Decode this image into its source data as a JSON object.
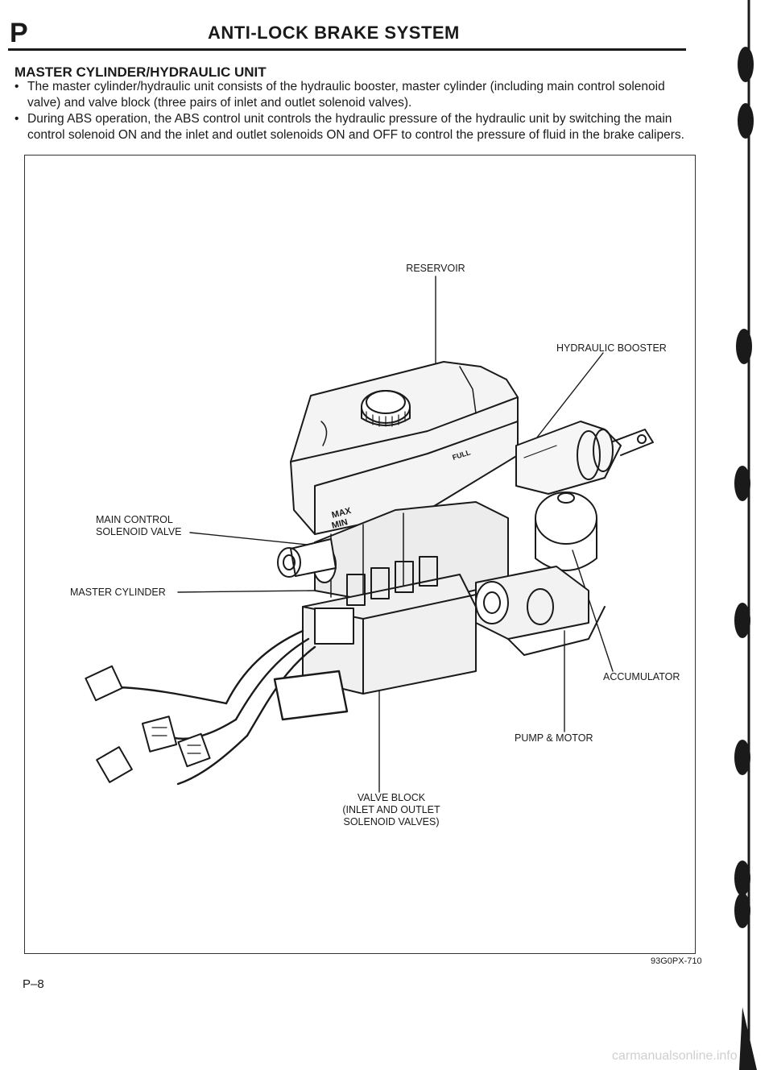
{
  "header": {
    "section_letter": "P",
    "chapter_title": "ANTI-LOCK BRAKE SYSTEM"
  },
  "section": {
    "title": "MASTER CYLINDER/HYDRAULIC UNIT",
    "bullets": [
      "The master cylinder/hydraulic unit consists of the hydraulic booster, master cylinder (including main control solenoid valve) and valve block (three pairs of inlet and outlet solenoid valves).",
      "During ABS operation, the ABS control unit controls the hydraulic pressure of the hydraulic unit by switching the main control solenoid ON and the inlet and outlet solenoids ON and OFF to control the pressure of fluid in the brake calipers."
    ]
  },
  "figure": {
    "labels": {
      "reservoir": "RESERVOIR",
      "hydraulic_booster": "HYDRAULIC BOOSTER",
      "main_control_line1": "MAIN CONTROL",
      "main_control_line2": "SOLENOID VALVE",
      "master_cylinder": "MASTER CYLINDER",
      "accumulator": "ACCUMULATOR",
      "pump_motor": "PUMP & MOTOR",
      "valve_block_line1": "VALVE BLOCK",
      "valve_block_line2": "(INLET AND OUTLET",
      "valve_block_line3": "SOLENOID VALVES)",
      "tank_max": "MAX",
      "tank_min": "MIN",
      "tank_full": "FULL"
    },
    "reference_code": "93G0PX-710"
  },
  "footer": {
    "page_number": "P–8",
    "watermark": "carmanualsonline.info"
  }
}
